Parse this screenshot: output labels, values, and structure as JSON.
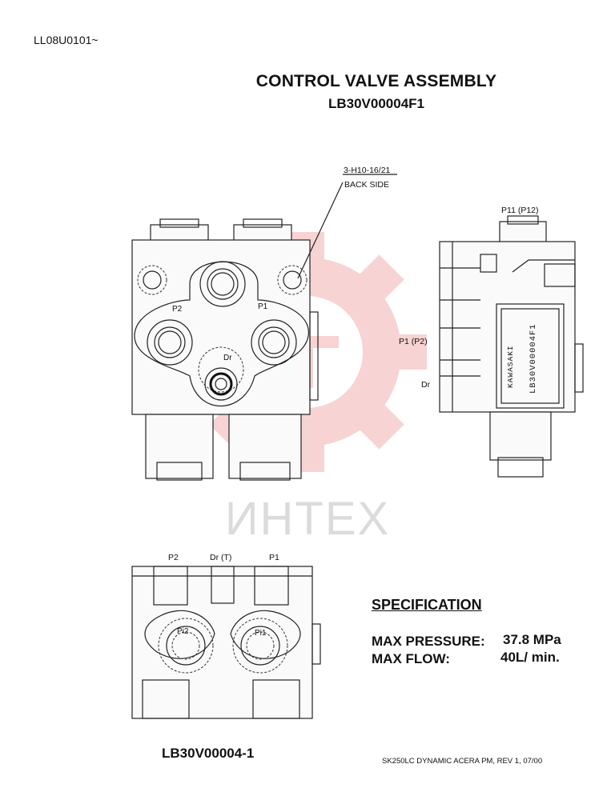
{
  "document": {
    "doc_id": "LL08U0101~",
    "title": "CONTROL VALVE ASSEMBLY",
    "part_number": "LB30V00004F1",
    "bottom_part_number": "LB30V00004-1",
    "footer": "SK250LC DYNAMIC ACERA PM, REV 1, 07/00"
  },
  "front_view": {
    "callout": "3-H10-16/21",
    "callout_sub": "BACK SIDE",
    "port_p2": "P2",
    "port_p1": "P1",
    "port_dr": "Dr"
  },
  "side_view": {
    "port_top": "P11 (P12)",
    "port_p1p2": "P1 (P2)",
    "port_dr": "Dr",
    "nameplate_maker": "KAWASAKI",
    "nameplate_part": "LB30V00004F1"
  },
  "top_view": {
    "port_p2": "P2",
    "port_dr": "Dr (T)",
    "port_p1": "P1",
    "pilot_pi2": "Pi2",
    "pilot_pi1": "Pi1"
  },
  "specification": {
    "heading": "SPECIFICATION",
    "rows": [
      {
        "label": "MAX PRESSURE:",
        "value": "37.8 MPa"
      },
      {
        "label": "MAX FLOW:",
        "value": "40L/ min."
      }
    ]
  },
  "watermark": {
    "text": "ИНТЕХ",
    "color": "#e23a3a"
  }
}
